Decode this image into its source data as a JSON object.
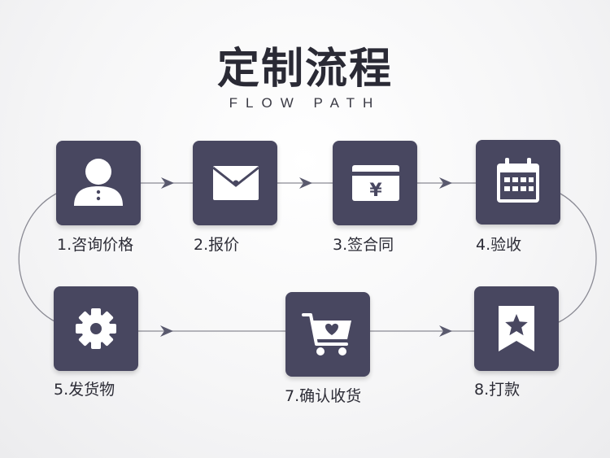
{
  "header": {
    "title": "定制流程",
    "subtitle": "FLOW PATH"
  },
  "steps": [
    {
      "label": "1.咨询价格",
      "icon": "user-icon"
    },
    {
      "label": "2.报价",
      "icon": "envelope-icon"
    },
    {
      "label": "3.签合同",
      "icon": "yen-card-icon"
    },
    {
      "label": "4.验收",
      "icon": "calendar-icon"
    },
    {
      "label": "5.发货物",
      "icon": "gear-icon"
    },
    {
      "label": "7.确认收货",
      "icon": "cart-heart-icon"
    },
    {
      "label": "8.打款",
      "icon": "star-bookmark-icon"
    }
  ],
  "colors": {
    "tile": "#484760",
    "line": "#8a8a94",
    "arrow": "#5a5a6e",
    "text": "#2c2c36"
  }
}
